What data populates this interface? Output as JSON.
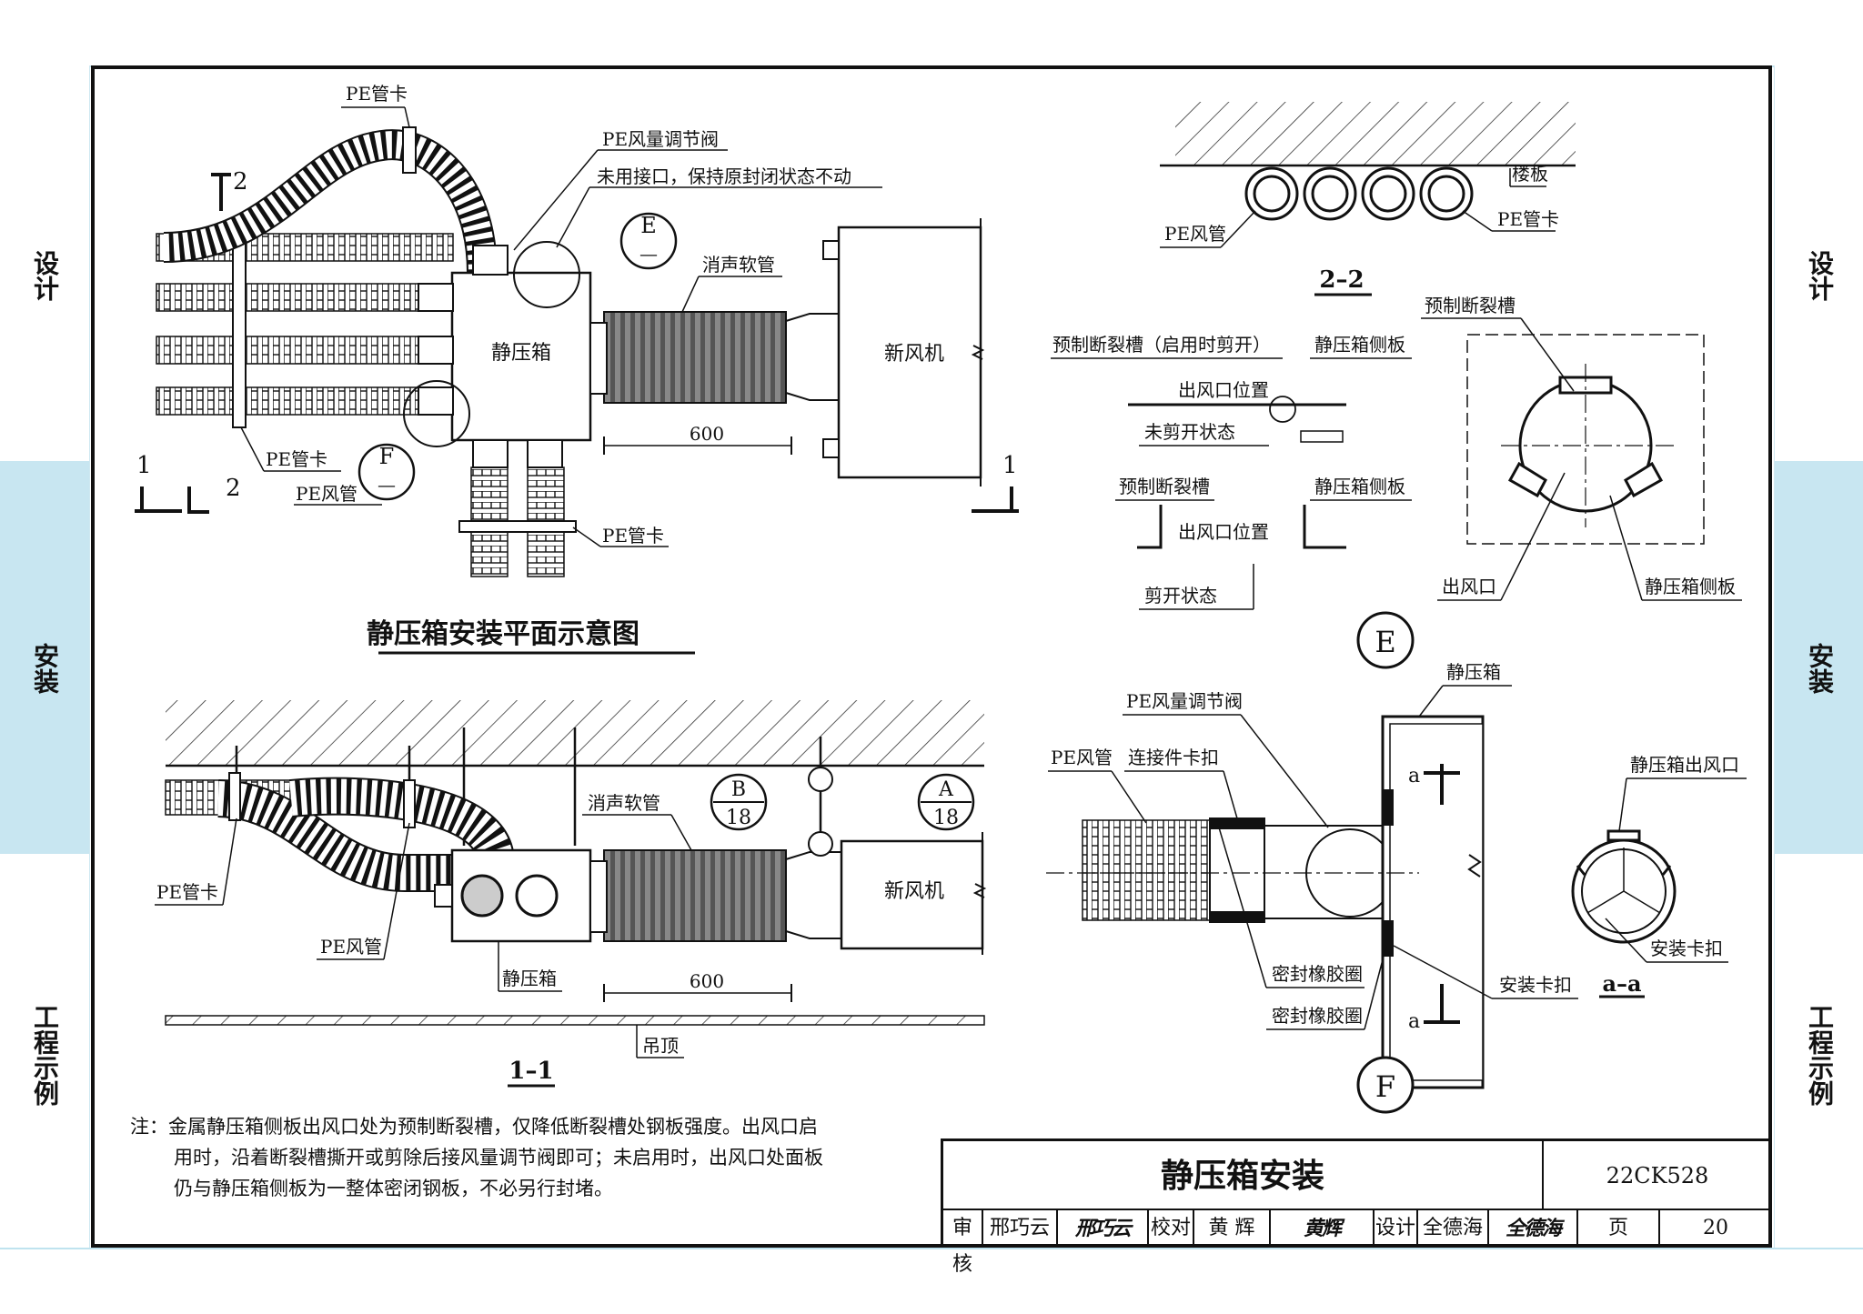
{
  "side_tabs": {
    "design": "设计",
    "install": "安装",
    "example": "工程示例"
  },
  "plan_view": {
    "title": "静压箱安装平面示意图",
    "labels": {
      "pe_clamp_top": "PE管卡",
      "pe_damper": "PE风量调节阀",
      "unused_port": "未用接口，保持原封闭状态不动",
      "silencer_hose": "消声软管",
      "plenum_box": "静压箱",
      "fresh_air_unit": "新风机",
      "pe_clamp_left": "PE管卡",
      "pe_duct": "PE风管",
      "pe_clamp_bottom": "PE管卡",
      "dim_600": "600"
    },
    "detail_e": {
      "letter": "E",
      "sub": "—"
    },
    "detail_f": {
      "letter": "F",
      "sub": "—"
    },
    "section_marks": {
      "s1": "1",
      "s2": "2"
    }
  },
  "section_22": {
    "title": "2–2",
    "labels": {
      "floor_slab": "楼板",
      "pe_duct": "PE风管",
      "pe_clamp": "PE管卡"
    }
  },
  "detail_e_view": {
    "labels": {
      "prefab_slot_use": "预制断裂槽（启用时剪开）",
      "plenum_side_plate_1": "静压箱侧板",
      "outlet_position_1": "出风口位置",
      "uncut_state": "未剪开状态",
      "prefab_slot": "预制断裂槽",
      "plenum_side_plate_2": "静压箱侧板",
      "outlet_position_2": "出风口位置",
      "cut_state": "剪开状态",
      "prefab_slot_right": "预制断裂槽",
      "outlet": "出风口",
      "plenum_side_plate_right": "静压箱侧板"
    },
    "badge": "E"
  },
  "section_11": {
    "title": "1–1",
    "labels": {
      "silencer_hose": "消声软管",
      "pe_clamp": "PE管卡",
      "pe_duct": "PE风管",
      "plenum_box": "静压箱",
      "fresh_air_unit": "新风机",
      "ceiling": "吊顶",
      "dim_600": "600"
    },
    "detail_b": {
      "letter": "B",
      "sub": "18"
    },
    "detail_a": {
      "letter": "A",
      "sub": "18"
    }
  },
  "detail_f_view": {
    "labels": {
      "plenum_box": "静压箱",
      "pe_damper": "PE风量调节阀",
      "pe_duct": "PE风管",
      "connector_clip": "连接件卡扣",
      "seal_ring_1": "密封橡胶圈",
      "seal_ring_2": "密封橡胶圈",
      "install_clip": "安装卡扣",
      "plenum_outlet": "静压箱出风口",
      "install_clip_right": "安装卡扣",
      "section_aa": "a–a",
      "mark_a": "a"
    },
    "badge": "F"
  },
  "note": {
    "line1": "注：金属静压箱侧板出风口处为预制断裂槽，仅降低断裂槽处钢板强度。出风口启",
    "line2": "用时，沿着断裂槽撕开或剪除后接风量调节阀即可；未启用时，出风口处面板",
    "line3": "仍与静压箱侧板为一整体密闭钢板，不必另行封堵。"
  },
  "title_block": {
    "title": "静压箱安装",
    "code": "22CK528",
    "review_label": "审核",
    "reviewer": "邢巧云",
    "reviewer_sig": "邢巧云",
    "check_label": "校对",
    "checker": "黄 辉",
    "checker_sig": "黄辉",
    "design_label": "设计",
    "designer": "全德海",
    "designer_sig": "全德海",
    "page_label": "页",
    "page": "20"
  }
}
